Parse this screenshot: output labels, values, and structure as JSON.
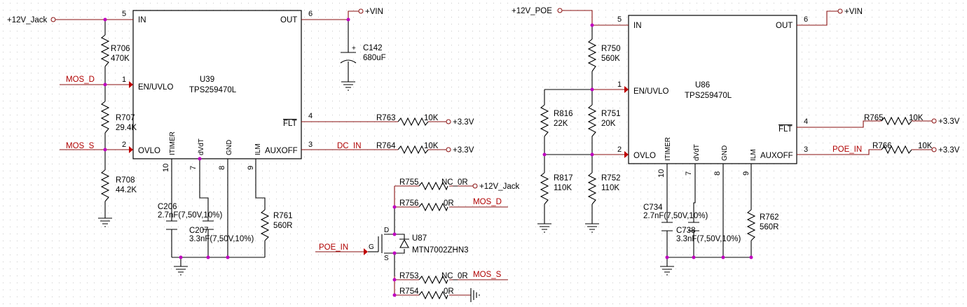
{
  "chips": [
    {
      "ref": "U39",
      "part": "TPS259470L",
      "pins": {
        "in": "IN",
        "out": "OUT",
        "en": "EN/UVLO",
        "ovlo": "OVLO",
        "flt": "FLT",
        "auxoff": "AUXOFF",
        "itimer": "ITIMER",
        "dvdt": "dVdT",
        "gnd": "GND",
        "ilm": "ILM"
      },
      "pin_numbers": {
        "in": "5",
        "out": "6",
        "en": "1",
        "ovlo": "2",
        "flt": "4",
        "auxoff": "3",
        "itimer": "10",
        "dvdt": "7",
        "gnd": "8",
        "ilm": "9"
      }
    },
    {
      "ref": "U86",
      "part": "TPS259470L",
      "pins": {
        "in": "IN",
        "out": "OUT",
        "en": "EN/UVLO",
        "ovlo": "OVLO",
        "flt": "FLT",
        "auxoff": "AUXOFF",
        "itimer": "ITIMER",
        "dvdt": "dVdT",
        "gnd": "GND",
        "ilm": "ILM"
      },
      "pin_numbers": {
        "in": "5",
        "out": "6",
        "en": "1",
        "ovlo": "2",
        "flt": "4",
        "auxoff": "3",
        "itimer": "10",
        "dvdt": "7",
        "gnd": "8",
        "ilm": "9"
      }
    }
  ],
  "ports": {
    "left_in": "+12V_Jack",
    "left_vin": "+VIN",
    "right_in": "+12V_POE",
    "right_vin": "+VIN",
    "r763_rail": "+3.3V",
    "r764_rail": "+3.3V",
    "r765_rail": "+3.3V",
    "r766_rail": "+3.3V",
    "r755_rail": "+12V_Jack"
  },
  "nets": {
    "mos_d": "MOS_D",
    "mos_s": "MOS_S",
    "dc_in": "DC_IN",
    "poe_in_mosfet": "POE_IN",
    "poe_in_right": "POE_IN",
    "mos_d_out": "MOS_D",
    "mos_s_out": "MOS_S"
  },
  "resistors": {
    "r706": {
      "ref": "R706",
      "value": "470K"
    },
    "r707": {
      "ref": "R707",
      "value": "29.4K"
    },
    "r708": {
      "ref": "R708",
      "value": "44.2K"
    },
    "r761": {
      "ref": "R761",
      "value": "560R"
    },
    "r763": {
      "ref": "R763",
      "value": "10K"
    },
    "r764": {
      "ref": "R764",
      "value": "10K"
    },
    "r750": {
      "ref": "R750",
      "value": "560K"
    },
    "r816": {
      "ref": "R816",
      "value": "22K"
    },
    "r751": {
      "ref": "R751",
      "value": "20K"
    },
    "r817": {
      "ref": "R817",
      "value": "110K"
    },
    "r752": {
      "ref": "R752",
      "value": "110K"
    },
    "r762": {
      "ref": "R762",
      "value": "560R"
    },
    "r765": {
      "ref": "R765",
      "value": "10K"
    },
    "r766": {
      "ref": "R766",
      "value": "10K"
    },
    "r755": {
      "ref": "R755",
      "value": "NC_0R"
    },
    "r756": {
      "ref": "R756",
      "value": "0R"
    },
    "r753": {
      "ref": "R753",
      "value": "NC_0R"
    },
    "r754": {
      "ref": "R754",
      "value": "0R"
    }
  },
  "capacitors": {
    "c142": {
      "ref": "C142",
      "value": "680uF",
      "polarity": "+"
    },
    "c206": {
      "ref": "C206",
      "value": "2.7nF(7,50V,10%)"
    },
    "c207": {
      "ref": "C207",
      "value": "3.3nF(7,50V,10%)"
    },
    "c734": {
      "ref": "C734",
      "value": "2.7nF(7,50V,10%)"
    },
    "c738": {
      "ref": "C738",
      "value": "3.3nF(7,50V,10%)"
    }
  },
  "mosfet": {
    "ref": "U87",
    "part": "MTN7002ZHN3",
    "pin_d": "D",
    "pin_g": "G",
    "pin_s": "S"
  },
  "colors": {
    "wire": "#8a1010",
    "net_label": "#b00000",
    "pin_arrow": "#c00000",
    "junction": "#c000c0",
    "grid_dot": "#c8c8c8"
  }
}
